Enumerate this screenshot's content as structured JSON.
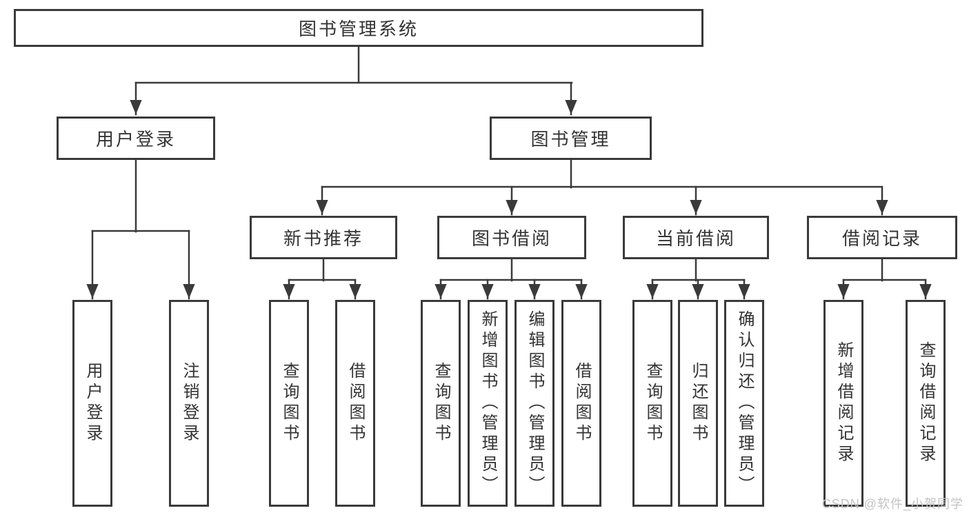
{
  "diagram": {
    "root": "图书管理系统",
    "branches": [
      {
        "label": "用户登录",
        "children": [
          "用户登录",
          "注销登录"
        ]
      },
      {
        "label": "图书管理",
        "sections": [
          {
            "label": "新书推荐",
            "children": [
              "查询图书",
              "借阅图书"
            ]
          },
          {
            "label": "图书借阅",
            "children": [
              "查询图书",
              "新增图书（管理员）",
              "编辑图书（管理员）",
              "借阅图书"
            ]
          },
          {
            "label": "当前借阅",
            "children": [
              "查询图书",
              "归还图书",
              "确认归还（管理员）"
            ]
          },
          {
            "label": "借阅记录",
            "children": [
              "新增借阅记录",
              "查询借阅记录"
            ]
          }
        ]
      }
    ]
  },
  "watermark": "CSDN @软件_小贺同学",
  "colors": {
    "line": "#3a3a3a",
    "box_border": "#3a3a3a",
    "text": "#333333",
    "background": "#ffffff",
    "watermark_text": "#c3c3c3"
  }
}
